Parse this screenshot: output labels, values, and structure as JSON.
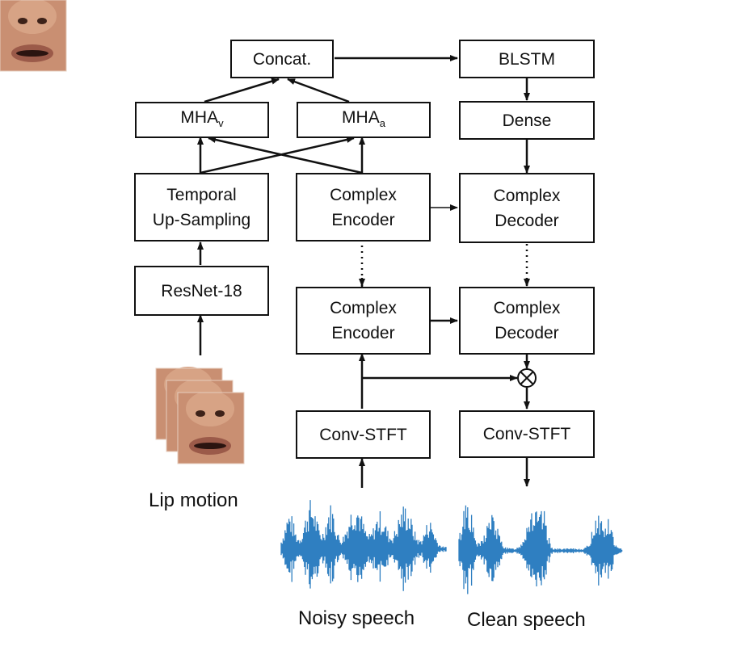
{
  "blocks": {
    "concat": "Concat.",
    "blstm": "BLSTM",
    "mha_v": {
      "base": "MHA",
      "sub": "v"
    },
    "mha_a": {
      "base": "MHA",
      "sub": "a"
    },
    "dense": "Dense",
    "temporal_upsampling": [
      "Temporal",
      "Up-Sampling"
    ],
    "complex_encoder_top": [
      "Complex",
      "Encoder"
    ],
    "complex_decoder_top": [
      "Complex",
      "Decoder"
    ],
    "resnet": "ResNet-18",
    "complex_encoder_bottom": [
      "Complex",
      "Encoder"
    ],
    "complex_decoder_bottom": [
      "Complex",
      "Decoder"
    ],
    "conv_stft_in": "Conv-STFT",
    "conv_stft_out": "Conv-STFT"
  },
  "captions": {
    "lip_motion": "Lip motion",
    "noisy_speech": "Noisy speech",
    "clean_speech": "Clean speech"
  },
  "colors": {
    "waveform": "#2f7fc1",
    "skin": "#c98f72",
    "line": "#111111"
  }
}
